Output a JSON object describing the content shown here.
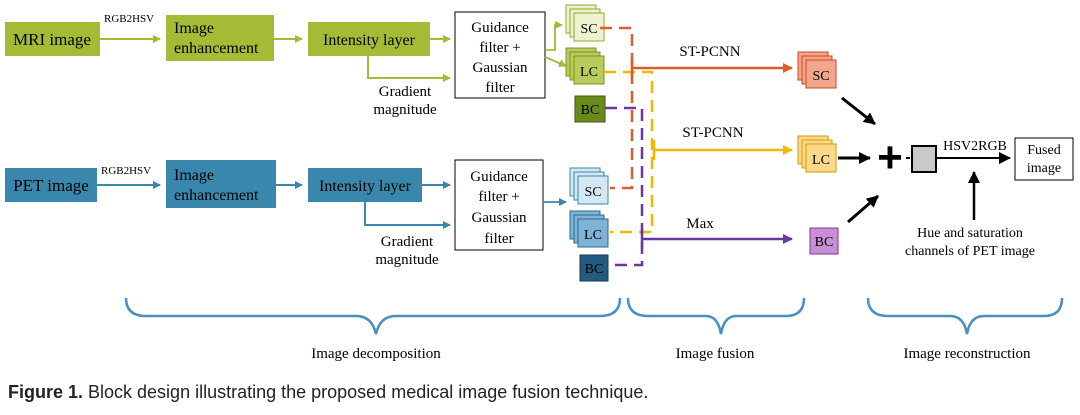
{
  "labels": {
    "mri_image": "MRI image",
    "pet_image": "PET image",
    "rgb2hsv": "RGB2HSV",
    "image_enhancement_line1": "Image",
    "image_enhancement_line2": "enhancement",
    "intensity_layer": "Intensity layer",
    "gradient_line1": "Gradient",
    "gradient_line2": "magnitude",
    "guidance_line1": "Guidance",
    "guidance_line2": "filter +",
    "guidance_line3": "Gaussian",
    "guidance_line4": "filter",
    "sc": "SC",
    "lc": "LC",
    "bc": "BC",
    "st_pcnn": "ST-PCNN",
    "max": "Max",
    "plus": "+",
    "hsv2rgb": "HSV2RGB",
    "fused_line1": "Fused",
    "fused_line2": "image",
    "hue_line1": "Hue and saturation",
    "hue_line2": "channels of PET image",
    "image_decomposition": "Image decomposition",
    "image_fusion": "Image fusion",
    "image_reconstruction": "Image reconstruction"
  },
  "caption": {
    "label": "Figure 1.",
    "text": " Block design illustrating the proposed medical image fusion technique."
  },
  "colors": {
    "mri_green": "#a4bb35",
    "pet_blue": "#3a87ad",
    "sc_red": "#e05a2b",
    "lc_yellow": "#f2b800",
    "bc_purple": "#6a37a0",
    "brace_blue": "#4a8fc0"
  }
}
